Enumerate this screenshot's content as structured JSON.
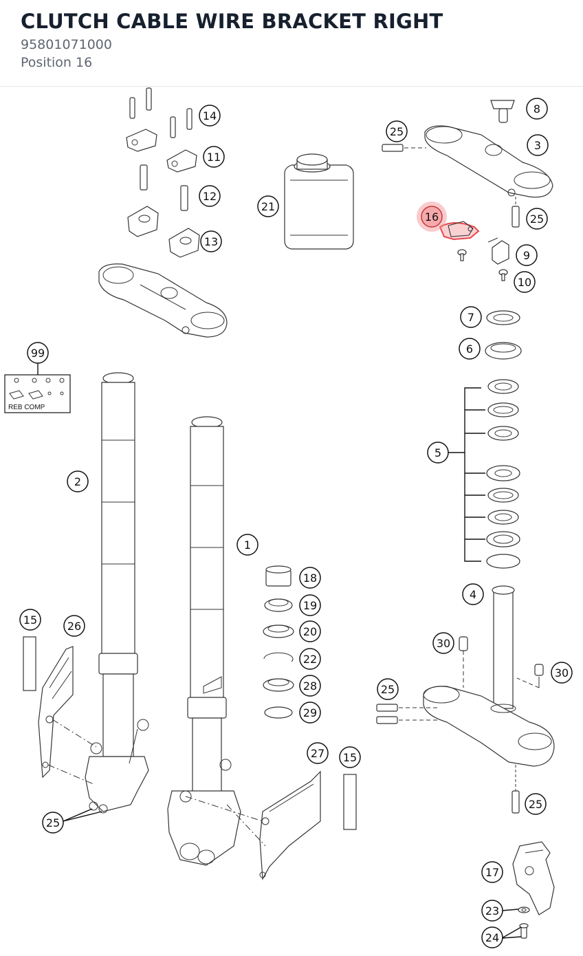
{
  "header": {
    "title": "CLUTCH CABLE WIRE BRACKET RIGHT",
    "part_number": "95801071000",
    "position": "Position 16"
  },
  "diagram": {
    "highlight_color": "#e8474c",
    "highlighted_position": "16",
    "kit_label": "REB COMP",
    "callouts": [
      "14",
      "11",
      "12",
      "13",
      "21",
      "25",
      "8",
      "3",
      "16",
      "25",
      "9",
      "10",
      "7",
      "6",
      "99",
      "5",
      "2",
      "1",
      "18",
      "19",
      "20",
      "22",
      "28",
      "29",
      "4",
      "30",
      "30",
      "25",
      "15",
      "26",
      "25",
      "27",
      "15",
      "25",
      "17",
      "23",
      "24"
    ]
  }
}
